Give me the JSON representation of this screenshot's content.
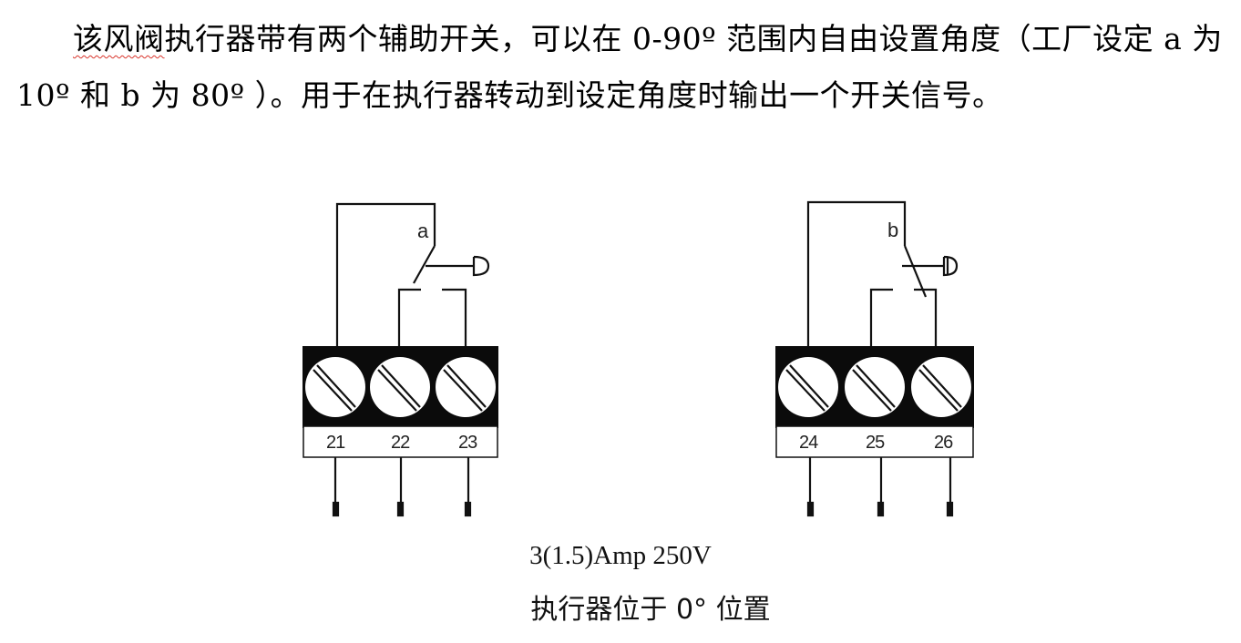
{
  "description": {
    "part1": "该风阀",
    "part2": "执行器带有两个辅助开关，可以在 0-90º 范围内自由设置角度（工厂设定 a 为 10º 和 b 为 80º ）。用于在执行器转动到设定角度时输出一个开关信号。"
  },
  "switch_a": {
    "label": "a",
    "terminals": [
      "21",
      "22",
      "23"
    ]
  },
  "switch_b": {
    "label": "b",
    "terminals": [
      "24",
      "25",
      "26"
    ]
  },
  "rating": "3(1.5)Amp 250V",
  "position_caption": "执行器位于 0°  位置",
  "colors": {
    "line": "#111111",
    "spellcheck": "#d9342b"
  }
}
